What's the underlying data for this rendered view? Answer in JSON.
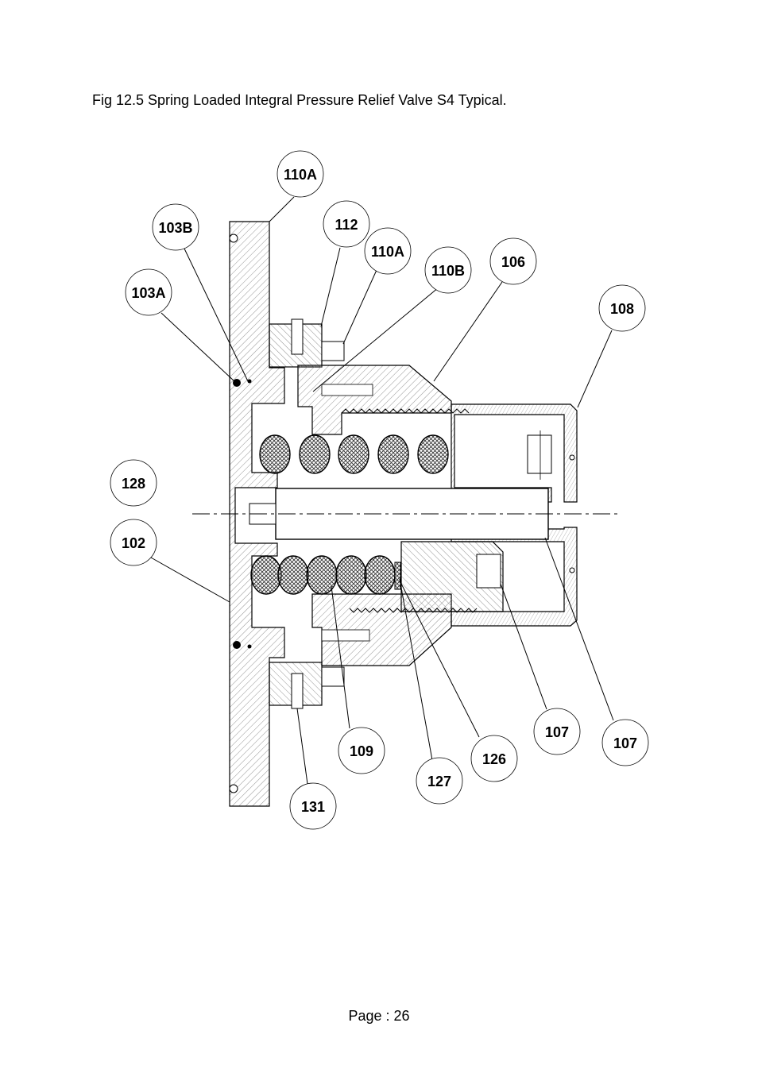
{
  "caption": "Fig 12.5  Spring Loaded Integral Pressure Relief Valve S4 Typical.",
  "footer": "Page : 26",
  "balloons": [
    "110A",
    "103B",
    "112",
    "110A",
    "110B",
    "106",
    "103A",
    "108",
    "128",
    "102",
    "107",
    "107",
    "109",
    "126",
    "127",
    "131"
  ],
  "colors": {
    "line": "#000000",
    "hatch": "#666666",
    "spring": "#555555"
  }
}
